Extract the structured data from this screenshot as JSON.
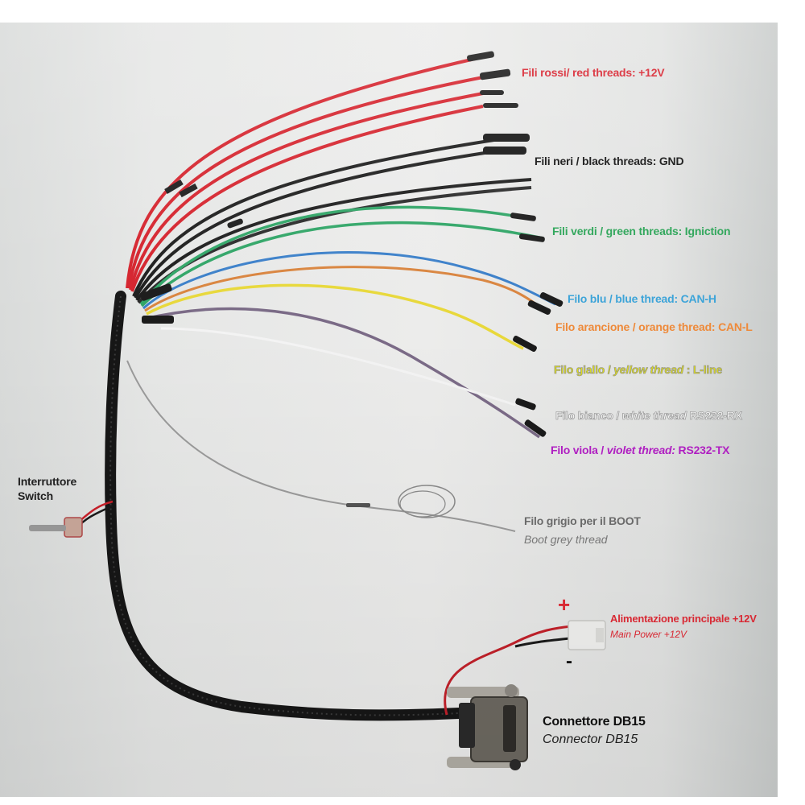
{
  "figure": {
    "title": "Wiring harness with DB15 connector",
    "labels": {
      "red": {
        "text": "Fili rossi/ red threads: +12V",
        "color": "#d8232f"
      },
      "black": {
        "text": "Fili neri / black threads: GND",
        "color": "#111111"
      },
      "green": {
        "text": "Fili verdi / green threads: Igniction",
        "color": "#2aa456"
      },
      "blue": {
        "text": "Filo blu / blue thread: CAN-H",
        "color": "#3aa3d8"
      },
      "orange": {
        "text": "Filo arancione / orange thread: CAN-L",
        "color": "#ee8a3a"
      },
      "yellow": {
        "prefix": "Filo giallo / ",
        "italic": "yellow thread",
        "suffix": " : L-line",
        "color": "#dede1c"
      },
      "white": {
        "prefix": "Filo bianco / ",
        "italic": "white thread",
        "suffix": " RS232-RX",
        "color": "#f6f6f6"
      },
      "violet": {
        "prefix": "Filo viola  / ",
        "italic": "violet thread:",
        "suffix": "  RS232-TX",
        "color": "#b21fc4"
      },
      "grey": {
        "text": "Filo grigio per il BOOT",
        "subtext": "Boot grey thread",
        "color": "#6d6d6d"
      },
      "power": {
        "text": "Alimentazione principale +12V",
        "subtext": "Main Power +12V",
        "color": "#e02a35"
      },
      "plus_sign": "+",
      "minus_sign": "-",
      "connector": {
        "text": "Connettore DB15",
        "subtext": "Connector DB15",
        "color": "#111111"
      },
      "switch": {
        "line1": "Interruttore",
        "line2": "Switch",
        "color": "#222222"
      }
    },
    "wire_colors": {
      "red": "#d5222c",
      "black": "#1c1c1c",
      "green": "#2fa566",
      "blue": "#3a7fc9",
      "orange": "#d9843e",
      "yellow": "#e8d83a",
      "violet": "#7a6a86",
      "white": "#f3f3f3",
      "grey": "#9a9a9a",
      "sleeve": "#161616"
    }
  }
}
